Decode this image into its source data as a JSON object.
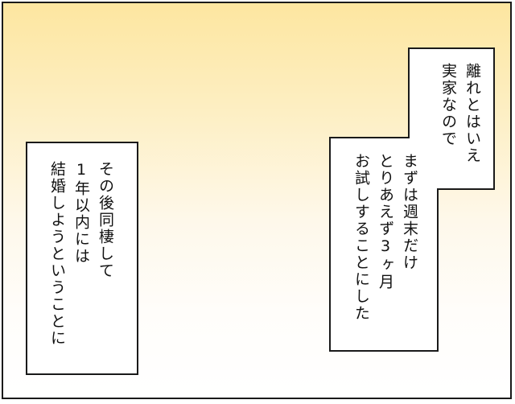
{
  "left_caption": {
    "lines": [
      "その後同棲して",
      "1年以内には",
      "結婚しようということに"
    ]
  },
  "right_caption": {
    "top_lines": [
      "離れとはいえ",
      "実家なので"
    ],
    "bottom_lines": [
      "まずは週末だけ",
      "とりあえず3ヶ月",
      "お試しすることにした"
    ]
  }
}
